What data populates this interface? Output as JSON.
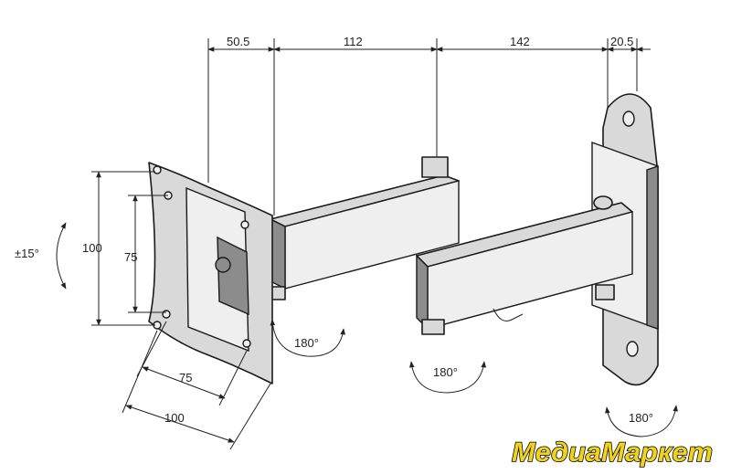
{
  "dimensions": {
    "top": [
      "50.5",
      "112",
      "142",
      "20.5"
    ],
    "left_outer": "100",
    "left_inner": "75",
    "bottom_inner": "75",
    "bottom_outer": "100"
  },
  "angles": {
    "tilt": "±15°",
    "rotation_1": "180°",
    "rotation_2": "180°",
    "rotation_3": "180°"
  },
  "logo": {
    "text": "МедиаМаркет",
    "fill_color": "#f2d21b"
  }
}
